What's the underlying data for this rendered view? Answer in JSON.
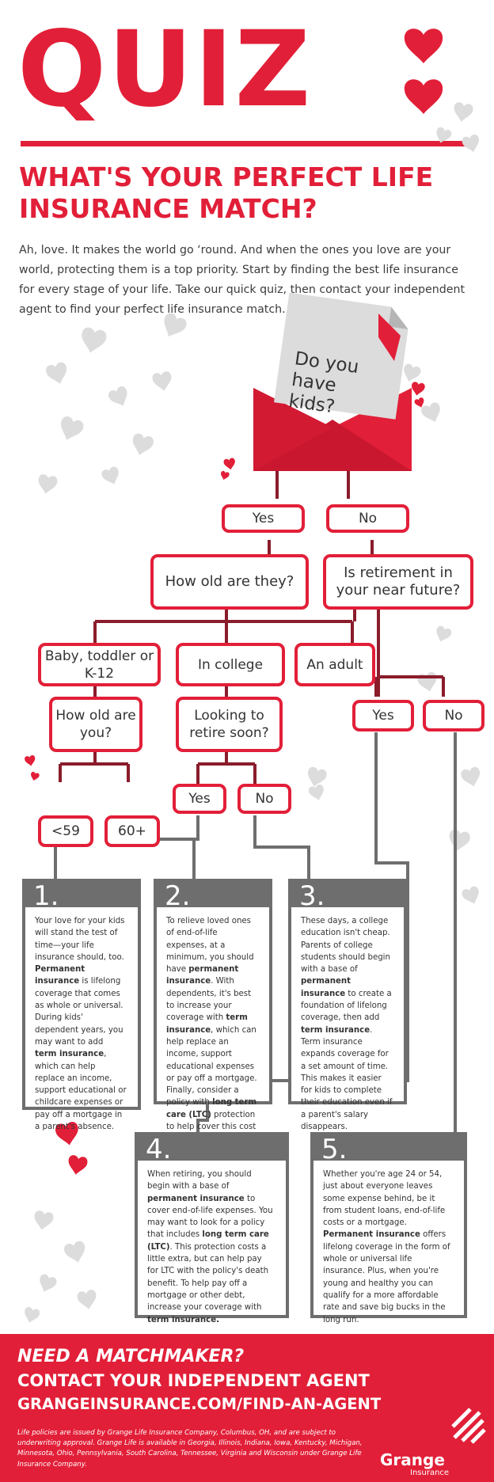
{
  "title": "QUIZ",
  "headline": "WHAT'S YOUR PERFECT LIFE INSURANCE MATCH?",
  "intro": "Ah, love. It makes the world go ‘round. And when the ones you love are your world, protecting them is a top priority. Start by finding the best life insurance for every stage of your life. Take our quick quiz, then contact your independent agent to find your perfect life insurance match.",
  "start_question": "Do you have kids?",
  "flow": {
    "yes": "Yes",
    "no": "No",
    "how_old_are_they": "How old are they?",
    "retirement_q": "Is retirement in your near future?",
    "baby": "Baby, toddler or K-12",
    "in_college": "In college",
    "an_adult": "An adult",
    "retire_yes": "Yes",
    "retire_no": "No",
    "how_old_are_you": "How old are you?",
    "looking_retire": "Looking to retire soon?",
    "college_yes": "Yes",
    "college_no": "No",
    "under59": "<59",
    "over60": "60+"
  },
  "cards": {
    "c1": {
      "num": "1.",
      "text": "Your love for your kids will stand the test of time—your life insurance should, too. <b>Permanent insurance</b> is lifelong coverage that comes as whole or universal. During kids' dependent years, you may want to add <b>term insurance</b>, which can help replace an income, support educational or childcare expenses or pay off a mortgage in a parent's absence."
    },
    "c2": {
      "num": "2.",
      "text": "To relieve loved ones of end-of-life expenses, at a minimum, you should have <b>permanent insurance</b>. With dependents, it's best to increase your coverage with <b>term insurance</b>, which can help replace an income, support educational expenses or pay off a mortgage. Finally, consider a policy with <b>long term care (LTC)</b> protection to help cover this cost if needed."
    },
    "c3": {
      "num": "3.",
      "text": "These days, a college education isn't cheap. Parents of college students should begin with a base of <b>permanent insurance</b> to create a foundation of lifelong coverage, then add <b>term insurance</b>. Term insurance expands coverage for a set amount of time. This makes it easier for kids to complete their education even if a parent's salary disappears."
    },
    "c4": {
      "num": "4.",
      "text": "When retiring, you should begin with a base of <b>permanent insurance</b> to cover end-of-life expenses. You may want to look for a policy that includes <b>long term care (LTC)</b>. This protection costs a little extra, but can help pay for LTC with the policy's death benefit. To help pay off a mortgage or other debt, increase your coverage with <b>term insurance.</b>"
    },
    "c5": {
      "num": "5.",
      "text": "Whether you're age 24 or 54, just about everyone leaves some expense behind, be it from student loans, end-of-life costs or a mortgage. <b>Permanent insurance</b> offers lifelong coverage in the form of whole or universal life insurance. Plus, when you're young and healthy you can qualify for a more affordable rate and save big bucks in the long run."
    }
  },
  "footer": {
    "heading": "NEED A MATCHMAKER?",
    "line1": "CONTACT YOUR INDEPENDENT AGENT",
    "line2": "GRANGEINSURANCE.COM/FIND-AN-AGENT",
    "disclaimer": "Life policies are issued by Grange Life Insurance Company, Columbus, OH, and are subject to underwriting approval. Grange Life is available in Georgia, Illinois, Indiana, Iowa, Kentucky, Michigan, Minnesota, Ohio, Pennsylvania, South Carolina, Tennessee, Virginia and Wisconsin under Grange Life Insurance Company.",
    "brand": "Grange",
    "brand_sub": "Insurance"
  },
  "colors": {
    "brand_red": "#e21f38",
    "dark_red": "#8a1c2b",
    "card_gray": "#6e6e6e",
    "heart_gray": "#d9d9d9"
  }
}
